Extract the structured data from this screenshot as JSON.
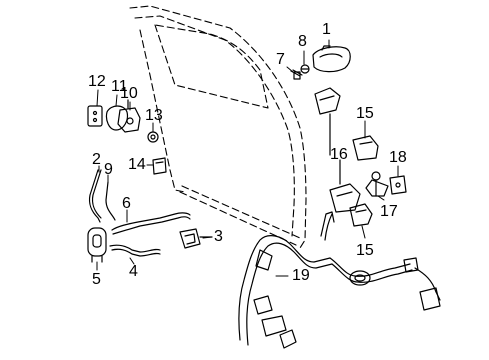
{
  "diagram": {
    "callouts": {
      "c1": "1",
      "c2": "2",
      "c3": "3",
      "c4": "4",
      "c5": "5",
      "c6": "6",
      "c7": "7",
      "c8": "8",
      "c9": "9",
      "c10": "10",
      "c11": "11",
      "c12": "12",
      "c13": "13",
      "c14": "14",
      "c15a": "15",
      "c15b": "15",
      "c16": "16",
      "c17": "17",
      "c18": "18",
      "c19": "19"
    }
  }
}
